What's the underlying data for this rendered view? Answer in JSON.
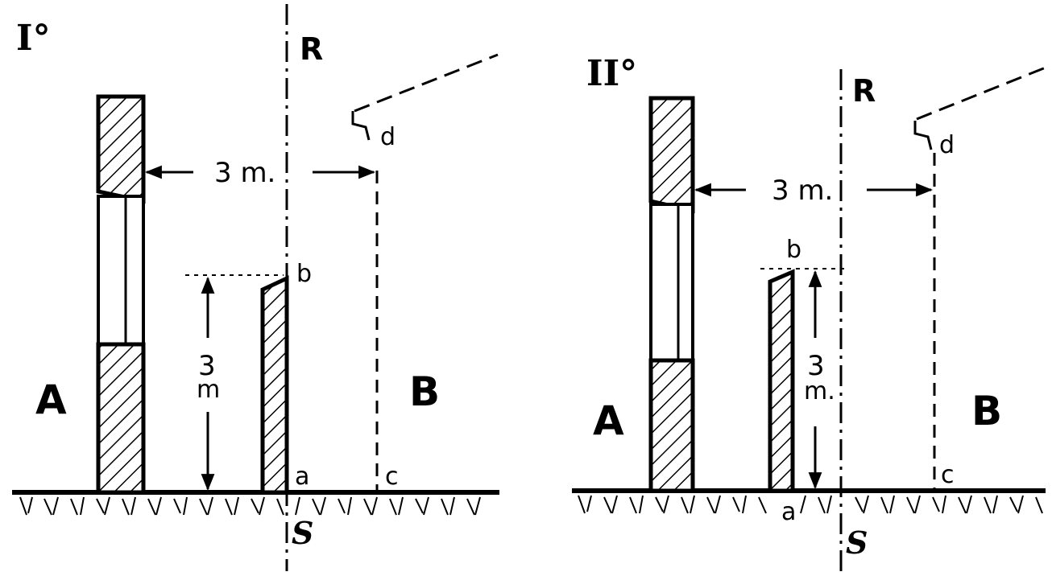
{
  "panel_1": {
    "title": "I°",
    "line_top_label": "R",
    "line_bottom_label": "S",
    "left_zone_label": "A",
    "right_zone_label": "B",
    "horizontal_dimension": "3 m.",
    "vertical_dimension_value": "3",
    "vertical_dimension_unit": "m",
    "point_a": "a",
    "point_b": "b",
    "point_c": "c",
    "point_d": "d"
  },
  "panel_2": {
    "title": "II°",
    "line_top_label": "R",
    "line_bottom_label": "S",
    "left_zone_label": "A",
    "right_zone_label": "B",
    "horizontal_dimension": "3 m.",
    "vertical_dimension_value": "3",
    "vertical_dimension_unit": "m.",
    "point_a": "a",
    "point_b": "b",
    "point_c": "c",
    "point_d": "d"
  }
}
